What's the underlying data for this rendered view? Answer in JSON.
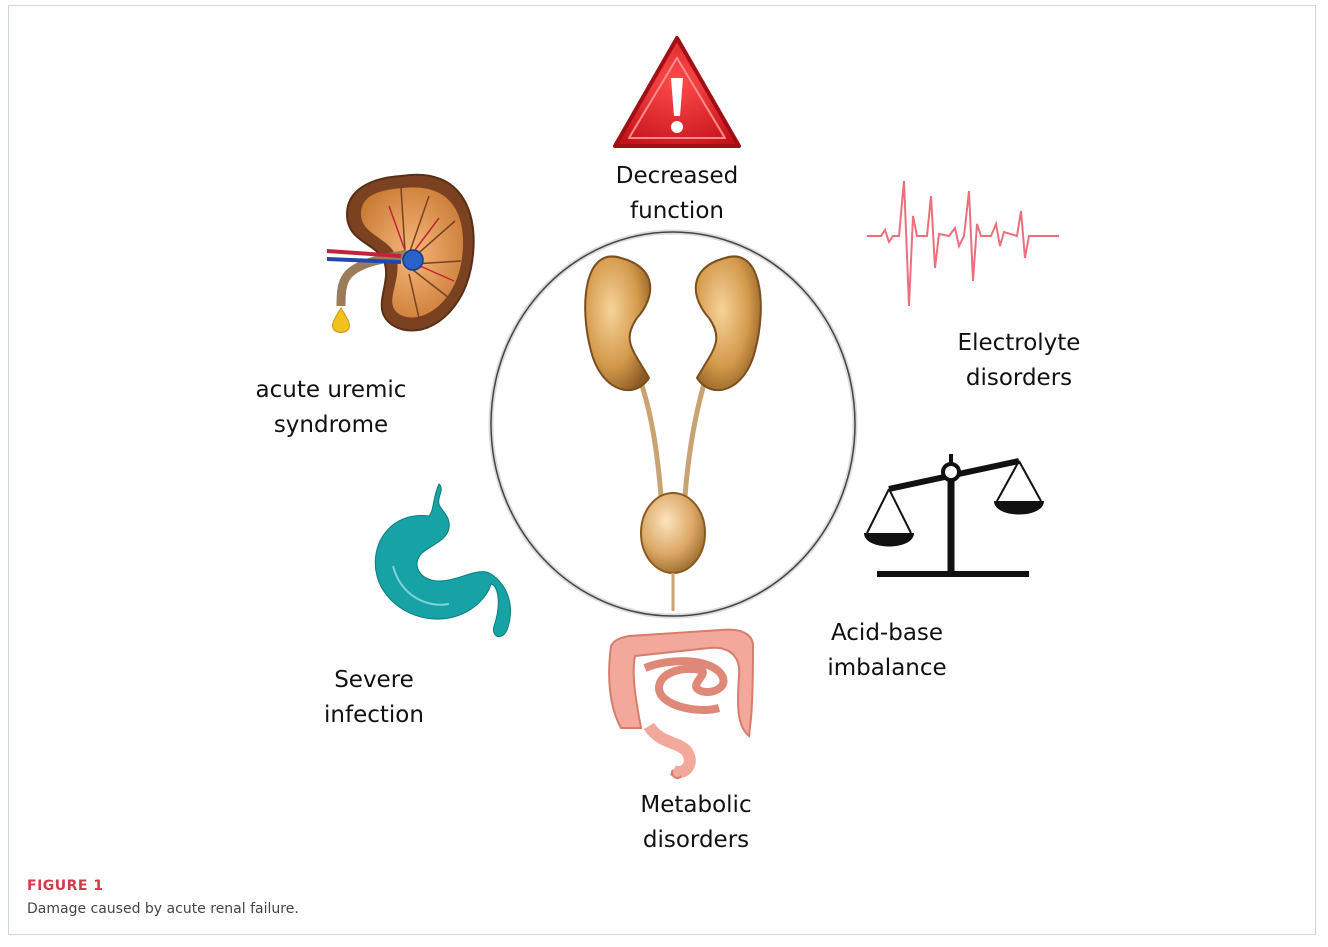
{
  "figure": {
    "label": "FIGURE 1",
    "caption": "Damage caused by acute renal failure."
  },
  "nodes": {
    "decreased_function": "Decreased\nfunction",
    "electrolyte_disorders": "Electrolyte\ndisorders",
    "acute_uremic_syndrome": "acute uremic\nsyndrome",
    "acid_base_imbalance": "Acid-base\nimbalance",
    "severe_infection": "Severe\ninfection",
    "metabolic_disorders": "Metabolic\ndisorders"
  },
  "icons": {
    "center": "kidneys-bladder-icon",
    "decreased_function": "warning-triangle-icon",
    "electrolyte_disorders": "ecg-waveform-icon",
    "acute_uremic_syndrome": "kidney-cross-section-icon",
    "acid_base_imbalance": "balance-scale-icon",
    "severe_infection": "stomach-icon",
    "metabolic_disorders": "intestines-icon"
  },
  "colors": {
    "warning_red": "#e01f26",
    "ecg_pink": "#ec6f7d",
    "stomach_teal": "#17a3a5",
    "intestine_pink": "#f2a99b",
    "kidney_tan": "#c98b3d",
    "caption_label": "#d03a4a"
  }
}
